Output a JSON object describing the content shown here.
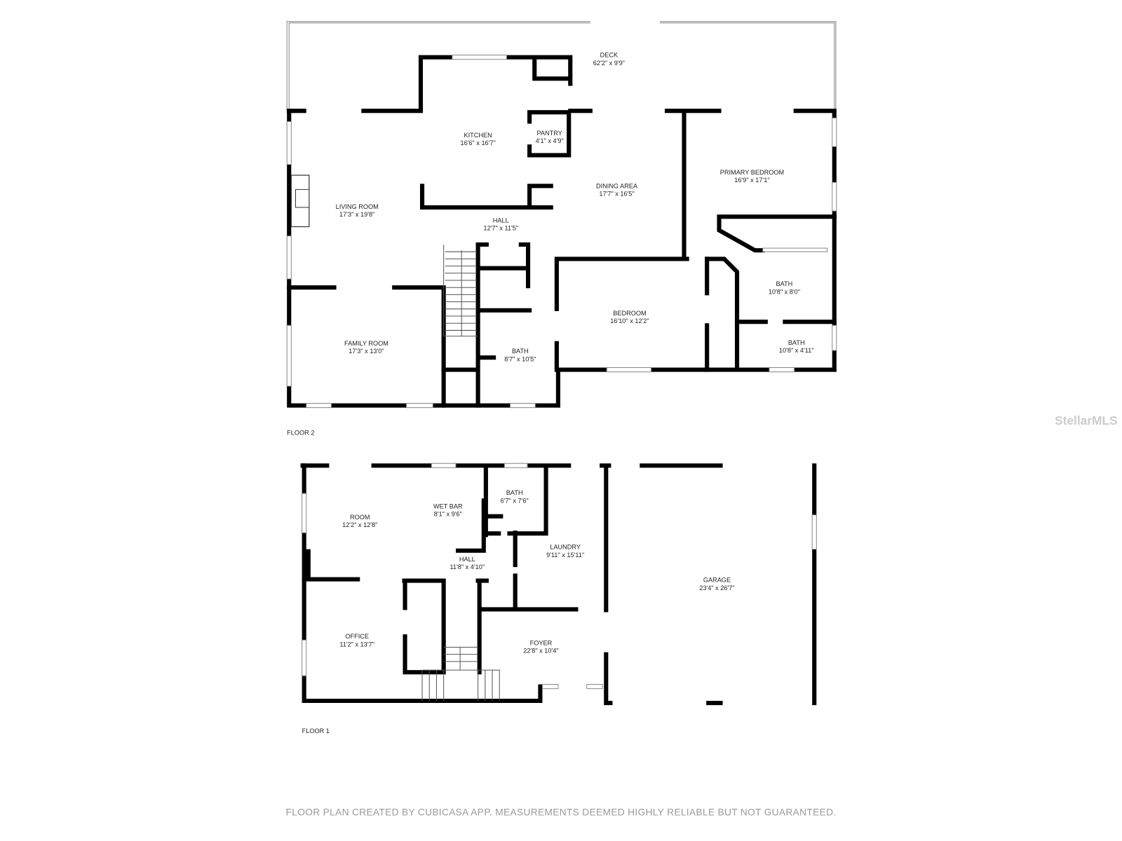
{
  "floor2": {
    "label": "FLOOR 2",
    "rooms": [
      {
        "name": "DECK",
        "size": "62'2\" x 9'9\""
      },
      {
        "name": "KITCHEN",
        "size": "16'6\" x 16'7\""
      },
      {
        "name": "PANTRY",
        "size": "4'1\" x 4'9\""
      },
      {
        "name": "DINING AREA",
        "size": "17'7\" x 16'5\""
      },
      {
        "name": "PRIMARY BEDROOM",
        "size": "16'9\" x 17'1\""
      },
      {
        "name": "LIVING ROOM",
        "size": "17'3\" x 19'8\""
      },
      {
        "name": "HALL",
        "size": "12'7\" x 11'5\""
      },
      {
        "name": "BATH",
        "size": "10'8\" x 8'0\""
      },
      {
        "name": "BEDROOM",
        "size": "16'10\" x 12'2\""
      },
      {
        "name": "FAMILY ROOM",
        "size": "17'3\" x 13'0\""
      },
      {
        "name": "BATH",
        "size": "8'7\" x 10'5\""
      },
      {
        "name": "BATH",
        "size": "10'8\" x 4'11\""
      }
    ]
  },
  "floor1": {
    "label": "FLOOR 1",
    "rooms": [
      {
        "name": "ROOM",
        "size": "12'2\" x 12'8\""
      },
      {
        "name": "WET BAR",
        "size": "8'1\" x 9'6\""
      },
      {
        "name": "BATH",
        "size": "6'7\" x 7'6\""
      },
      {
        "name": "LAUNDRY",
        "size": "9'11\" x 15'11\""
      },
      {
        "name": "HALL",
        "size": "11'8\" x 4'10\""
      },
      {
        "name": "GARAGE",
        "size": "23'4\" x 26'7\""
      },
      {
        "name": "OFFICE",
        "size": "11'2\" x 13'7\""
      },
      {
        "name": "FOYER",
        "size": "22'8\" x 10'4\""
      }
    ]
  },
  "watermark": "StellarMLS",
  "footer": "FLOOR PLAN CREATED BY CUBICASA APP. MEASUREMENTS DEEMED HIGHLY RELIABLE BUT NOT GUARANTEED."
}
